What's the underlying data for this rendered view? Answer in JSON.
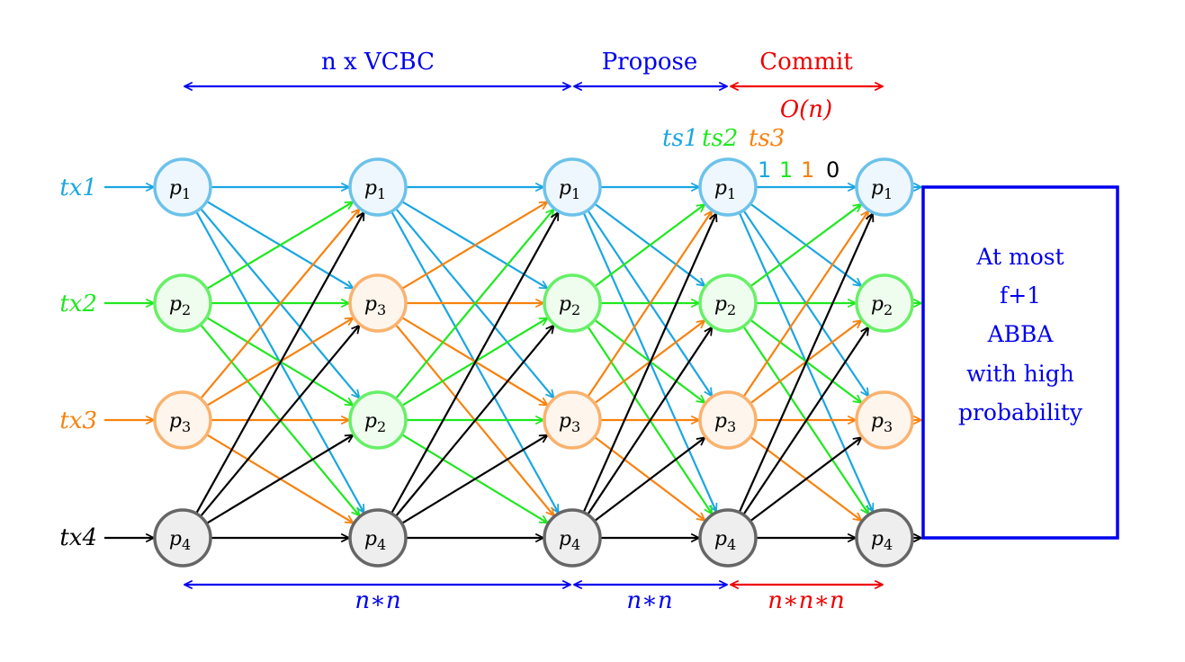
{
  "colors": {
    "tx1": "#1aa6e0",
    "tx2": "#1fe81f",
    "tx3": "#f7820f",
    "tx4": "#000000",
    "blue": "#0000ee",
    "red": "#ee0000",
    "p1_fill": "#eef7fd",
    "p1_stroke": "#6cc2ea",
    "p2_fill": "#effdef",
    "p2_stroke": "#66f066",
    "p3_fill": "#fef5ec",
    "p3_stroke": "#f9b26e",
    "p4_fill": "#eeeeee",
    "p4_stroke": "#666666"
  },
  "tx_labels": [
    "tx1",
    "tx2",
    "tx3",
    "tx4"
  ],
  "columns": [
    [
      "p1",
      "p2",
      "p3",
      "p4"
    ],
    [
      "p1",
      "p3",
      "p2",
      "p4"
    ],
    [
      "p1",
      "p2",
      "p3",
      "p4"
    ],
    [
      "p1",
      "p2",
      "p3",
      "p4"
    ],
    [
      "p1",
      "p2",
      "p3",
      "p4"
    ]
  ],
  "top_spans": [
    {
      "label": "n x VCBC",
      "color": "blue"
    },
    {
      "label": "Propose",
      "color": "blue"
    },
    {
      "label": "Commit",
      "color": "red"
    }
  ],
  "commit_complexity": "O(n)",
  "bottom_spans": [
    {
      "label": "n∗n",
      "color": "blue"
    },
    {
      "label": "n∗n",
      "color": "blue"
    },
    {
      "label": "n∗n∗n",
      "color": "red"
    }
  ],
  "ts_labels": [
    {
      "text": "ts1",
      "color": "tx1"
    },
    {
      "text": "ts2",
      "color": "tx2"
    },
    {
      "text": "ts3",
      "color": "tx3"
    }
  ],
  "vote_values": [
    {
      "text": "1",
      "color": "tx1"
    },
    {
      "text": "1",
      "color": "tx2"
    },
    {
      "text": "1",
      "color": "tx3"
    },
    {
      "text": "0",
      "color": "tx4"
    }
  ],
  "box_lines": [
    "At most",
    "f+1",
    "ABBA",
    "with high",
    "probability"
  ]
}
